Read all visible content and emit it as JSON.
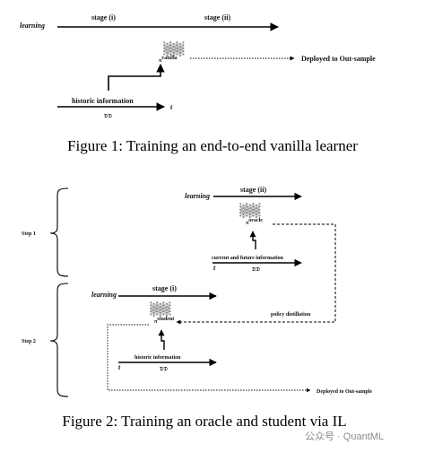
{
  "figure1": {
    "learning": "learning",
    "stage_i": "stage (i)",
    "stage_ii": "stage (ii)",
    "policy_sym": "π",
    "policy_sup": "vanilla",
    "deployed": "Deployed to Out-sample",
    "historic": "historic information",
    "dataset_sym": "𝔇𝔇",
    "t": "t",
    "caption": "Figure 1: Training an end-to-end vanilla learner"
  },
  "figure2": {
    "step1": "Step 1",
    "step2": "Step 2",
    "learning_top": "learning",
    "stage_ii": "stage (ii)",
    "oracle_sym": "π",
    "oracle_sup": "oracle",
    "current_future": "current and future information",
    "t_top": "t",
    "dataset_top": "𝔇𝔇",
    "learning_bottom": "learning",
    "stage_i": "stage (i)",
    "student_sym": "π",
    "student_sup": "student",
    "policy_distillation": "policy distillation",
    "historic": "historic information",
    "t_bottom": "t",
    "dataset_bottom": "𝔇𝔇",
    "deployed": "Deployed to Out-sample",
    "caption": "Figure 2: Training an oracle and student via IL"
  },
  "watermark": "公众号 · QuantML"
}
